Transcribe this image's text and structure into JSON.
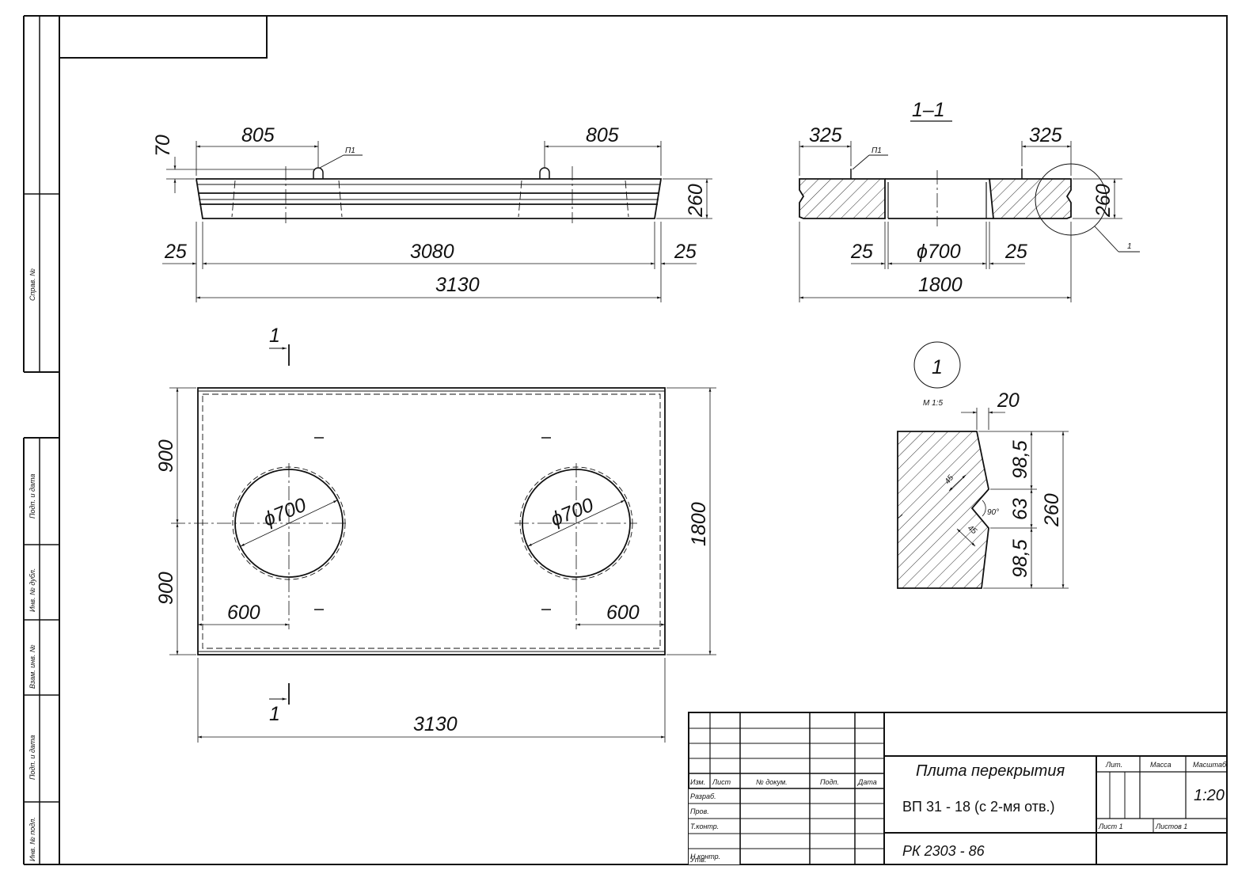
{
  "side_view": {
    "dim_805_left": "805",
    "dim_805_right": "805",
    "dim_70": "70",
    "dim_260": "260",
    "dim_25_left": "25",
    "dim_25_right": "25",
    "dim_3080": "3080",
    "dim_3130": "3130",
    "loop_label": "П1"
  },
  "section_view": {
    "title": "1–1",
    "dim_325_left": "325",
    "dim_325_right": "325",
    "dim_260": "260",
    "dim_25_left": "25",
    "dim_25_right": "25",
    "dim_hole": "ϕ700",
    "dim_1800": "1800",
    "loop_label": "П1",
    "callout": "1"
  },
  "plan_view": {
    "cut_top": "1",
    "cut_bottom": "1",
    "dim_900_top": "900",
    "dim_900_bottom": "900",
    "dim_1800": "1800",
    "dim_600_left": "600",
    "dim_600_right": "600",
    "hole_left": "ϕ700",
    "hole_right": "ϕ700",
    "dim_3130": "3130"
  },
  "detail_view": {
    "number": "1",
    "scale": "М 1:5",
    "dim_20": "20",
    "dim_98_5_top": "98,5",
    "dim_63": "63",
    "dim_98_5_bottom": "98,5",
    "dim_260": "260",
    "dim_45_top": "45",
    "dim_45_bottom": "45",
    "angle": "90°"
  },
  "side_stamp": {
    "sprav": "Справ. №",
    "podp_data_1": "Подп. и дата",
    "inv_dubl": "Инв. № дубл.",
    "vzam_inv": "Взам. инв. №",
    "podp_data_2": "Подп. и дата",
    "inv_podl": "Инв. № подл."
  },
  "title_block": {
    "col_izm": "Изм.",
    "col_list": "Лист",
    "col_doc": "№ докум.",
    "col_podp": "Подп.",
    "col_data": "Дата",
    "row_razrab": "Разраб.",
    "row_prov": "Пров.",
    "row_tkontr": "Т.контр.",
    "row_nkontr": "Н.контр.",
    "row_utv": "Утв.",
    "title_line1": "Плита перекрытия",
    "title_line2": "ВП 31 - 18 (с 2-мя отв.)",
    "lit": "Лит.",
    "massa": "Масса",
    "masshtab": "Масштаб",
    "scale": "1:20",
    "sheet": "Лист 1",
    "sheets": "Листов 1",
    "code": "РК 2303 - 86"
  }
}
